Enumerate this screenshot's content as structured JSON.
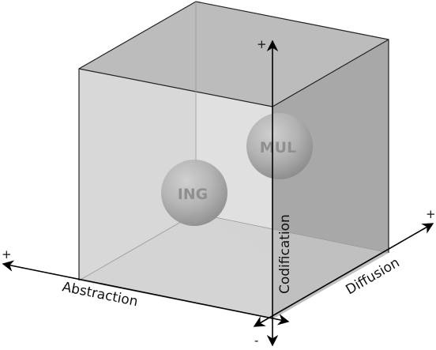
{
  "axes": {
    "abstraction": {
      "label": "Abstraction",
      "plus": "+",
      "minus": "-"
    },
    "codification": {
      "label": "Codification",
      "plus": "+"
    },
    "diffusion": {
      "label": "Diffusion",
      "plus": "+"
    }
  },
  "spheres": [
    {
      "label": "MUL"
    },
    {
      "label": "ING"
    }
  ],
  "colors": {
    "front_face": "#d6d6d6",
    "back_face": "#e8e8e8",
    "right_face": "#a9a9a9",
    "top_face": "#bdbdbd",
    "floor": "#c6c6c6",
    "edge": "#222222",
    "axis": "#000000"
  }
}
